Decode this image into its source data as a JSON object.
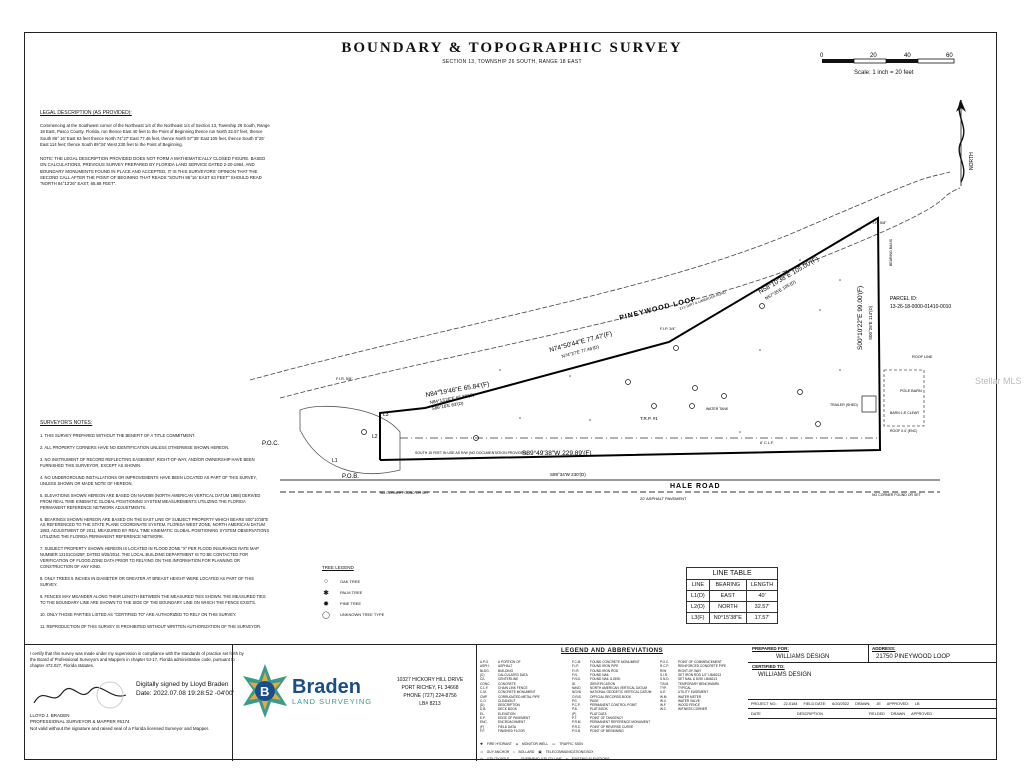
{
  "title": "BOUNDARY & TOPOGRAPHIC SURVEY",
  "subtitle": "SECTION 13, TOWNSHIP 26 SOUTH, RANGE 18 EAST",
  "scale": {
    "ticks": [
      "0",
      "20",
      "40",
      "60"
    ],
    "label": "Scale: 1 inch = 20 feet"
  },
  "north_label": "NORTH",
  "legal": {
    "heading": "LEGAL DESCRIPTION (AS PROVIDED):",
    "text": "Commencing at the Southwest corner of the Northeast 1/4 of the Northeast 1/4 of Section 13, Township 26 South, Range 18 East, Pasco County, Florida, run thence East 40 feet to the Point of Beginning thence run North 32.57 feet, thence South 86° 16' East 63 feet thence North 74°27' East 77.46 feet, thence North 57°35' East 105 feet, thence South 0°26' East 114 feet; thence South 89°34' West 230 feet to the Point of Beginning.",
    "note": "NOTE: THE LEGAL DESCRIPTION PROVIDED DOES NOT FORM A MATHEMATICALLY CLOSED FIGURE. BASED ON CALCULATIONS, PREVIOUS SURVEY PREPARED BY FLORIDA LAND SERVICE DATED 2-20-1984, AND BOUNDARY MONUMENTS FOUND IN PLACE AND ACCEPTED, IT IS THIS SURVEYORS' OPINION THAT THE SECOND CALL AFTER THE POINT OF BEGINING THAT READS \"SOUTH 86°16' EAST 63 FEET\" SHOULD READ \"NORTH 84°13'26\" EAST, 65.88 FEET\"."
  },
  "notes": {
    "heading": "SURVEYOR'S NOTES:",
    "items": [
      "1. THIS SURVEY PREPARED WITHOUT THE BENEFIT OF A TITLE COMMITMENT.",
      "2. ALL PROPERTY CORNERS HAVE NO IDENTIFICATION UNLESS OTHERWISE SHOWN HEREON.",
      "3. NO INSTRUMENT OF RECORD REFLECTING EASEMENT, RIGHT-OF-WAY, AND/OR OWNERSHIP HAVE BEEN FURNISHED THIS SURVEYOR, EXCEPT AS SHOWN.",
      "4. NO UNDERGROUND INSTALLATIONS OR IMPROVEMENTS HAVE BEEN LOCATED AS PART OF THIS SURVEY, UNLESS SHOWN OR MADE NOTE OF HEREON.",
      "5. ELEVATIONS SHOWN HEREON ARE BASED ON NAVD88 (NORTH AMERICAN VERTICAL DATUM 1988) DERIVED FROM REAL TIME KINEMATIC GLOBAL POSITIONING SYSTEM MEASUREMENTS UTILIZING THE FLORIDA PERMANENT REFERENCE NETWORK ADJUSTMENTS.",
      "6. BEARINGS SHOWN HEREON ARE BASED ON THE EAST LINE OF SUBJECT PROPERTY WHICH BEARS S00°10'38\"E AS REFERENCED TO THE STATE PLANE COORDINATE SYSTEM, FLORIDA WEST ZONE, NORTH AMERICAN DATUM 1983, ADJUSTMENT OF 2011, MEASURED BY REAL TIME KINEMATIC GLOBAL POSITIONING SYSTEM OBSERVATIONS UTILIZING THE FLORIDA PERMANENT REFERENCE NETWORK.",
      "7. SUBJECT PROPERTY SHOWN HEREON IS LOCATED IN FLOOD ZONE \"X\" PER FLOOD INSURANCE RATE MAP NUMBER 12101C0425F, DATED 9/26/2014. THE LOCAL BUILDING DEPARTMENT IS TO BE CONTACTED FOR VERIFICATION OF FLOOD ZONE DATA PRIOR TO RELYING ON THIS INFORMATION FOR PLANNING OR CONSTRUCTION OF ANY KIND.",
      "8. ONLY TREES 5 INCHES IN DIAMETER OR GREATER AT BREAST HEIGHT WERE LOCATED AS PART OF THIS SURVEY.",
      "9. FENCES MAY MEANDER ALONG THEIR LENGTH BETWEEN THE MEASURED TIES SHOWN. THE MEASURED TIES TO THE BOUNDARY LINE ARE SHOWN TO THE SIDE OF THE BOUNDARY LINE ON WHICH THE FENCE EXISTS.",
      "10. ONLY THOSE PARTIES LISTED AS \"CERTIFIED TO\" ARE AUTHORIZED TO RELY ON THIS SURVEY.",
      "11. REPRODUCTION OF THIS SURVEY IS PROHIBITED WITHOUT WRITTEN AUTHORIZATION OF THE SURVEYOR."
    ]
  },
  "plan": {
    "road_north": "PINEYWOOD LOOP",
    "road_north_sub": "21'± DIRT & LIMEROCK ROAD",
    "road_south": "HALE ROAD",
    "road_south_sub": "20' ASPHALT PAVEMENT",
    "parcel_label": "PARCEL ID:",
    "parcel_id": "13-26-18-0000-01410-0010",
    "bearing_n1_f": "N84°19'46\"E 65.84'(F)",
    "bearing_n1_c": "N84°13'26\"E 65.88'(C)",
    "bearing_n1_d": "S86°16'E 63'(D)",
    "bearing_n2_f": "N74°50'44\"E 77.47'(F)",
    "bearing_n2_d": "N74°27'E 77.46'(D)",
    "bearing_n3_f": "N58°10'38\"E 105.00'(F)",
    "bearing_n3_d": "N57°35'E 105'(D)",
    "bearing_e_f": "S00°10'22\"E 99.00'(F)",
    "bearing_e_d": "S00°26'E 114'(D)",
    "bearing_s_f": "S89°49'38\"W 229.89'(F)",
    "bearing_s_d": "S89°34'W 230'(D)",
    "pob": "P.O.B.",
    "poc": "P.O.C.",
    "poc_desc": "S.W. CORNER OF THE N.E. 1/4 OF THE N.E. 1/4 OF SECTION 13",
    "row_note": "SOUTH 15 FEET IN USE AS R/W (NO DOCUMENTATION PROVIDED)",
    "no_corner": "NO CORNER FOUND OR SET",
    "roof_line": "ROOF LINE",
    "pole_barn": "POLE BARN",
    "trailer": "TRAILER (SHED)",
    "barn_clear": "BARN 1.8' CLEAR",
    "roof_clear": "ROOF 0.4' (ENC)",
    "water_tank": "WATER TANK",
    "fence": "6' C.L.F.",
    "trp": "T.R.P. #1",
    "fir_58": "F.I.R. 5/8\"",
    "fip_34": "F.I.P. 3/4\"",
    "line_tags": [
      "L1",
      "L2",
      "L3"
    ],
    "bearing_side": "BEARING BASIS"
  },
  "line_table": {
    "caption": "LINE TABLE",
    "headers": [
      "LINE",
      "BEARING",
      "LENGTH"
    ],
    "rows": [
      [
        "L1(D)",
        "EAST",
        "40'"
      ],
      [
        "L2(D)",
        "NORTH",
        "32.57'"
      ],
      [
        "L3(F)",
        "N0°15'38\"E",
        "17.57'"
      ]
    ]
  },
  "tree_legend": {
    "heading": "TREE LEGEND",
    "items": [
      "OAK TREE",
      "PALM TREE",
      "PINE TREE",
      "UNKNOWN TREE TYPE"
    ]
  },
  "footer": {
    "cert_text": "I certify that this survey was made under my supervision in compliance with the standards of practice set forth by the Board of Professional Surveyors and Mappers in chapter 5J-17, Florida administrative code, pursuant to chapter 472.027, Florida statutes.",
    "digital_sig": "Digitally signed by Lloyd Braden",
    "digital_date": "Date: 2022.07.08 19:28:52 -04'00'",
    "surveyor_name": "LLOYD J. BRADEN",
    "surveyor_title": "PROFESSIONAL SURVEYOR & MAPPER #6174",
    "surveyor_note": "Not valid without the signature and raised seal of a Florida licensed Surveyor and Mapper.",
    "company_name": "Braden",
    "company_sub": "LAND SURVEYING",
    "company_initial": "B",
    "address1": "10327 HICKORY HILL DRIVE",
    "address2": "PORT RICHEY, FL 34668",
    "phone": "PHONE (727) 224-8756",
    "lb": "LB# 8213",
    "legend_title": "LEGEND AND ABBREVIATIONS",
    "abbr_col1": [
      [
        "A.P.O.",
        "A PORTION OF"
      ],
      [
        "ASPH.",
        "ASPHALT"
      ],
      [
        "BLDG.",
        "BUILDING"
      ],
      [
        "(C)",
        "CALCULATED DATA"
      ],
      [
        "C/L",
        "CENTERLINE"
      ],
      [
        "CONC.",
        "CONCRETE"
      ],
      [
        "C.L.F.",
        "CHAIN LINK FENCE"
      ],
      [
        "C.M.",
        "CONCRETE MONUMENT"
      ],
      [
        "CMP",
        "CORRUGATED METAL PIPE"
      ],
      [
        "C.O.",
        "CLEANOUT"
      ],
      [
        "(D)",
        "DESCRIPTION"
      ],
      [
        "D.B.",
        "DECK BOOK"
      ],
      [
        "EL.",
        "ELEVATION"
      ],
      [
        "E.P.",
        "EDGE OF PAVEMENT"
      ],
      [
        "ENC.",
        "ENCROACHMENT"
      ],
      [
        "(F)",
        "FIELD DATA"
      ],
      [
        "F.F.",
        "FINISHED FLOOR"
      ]
    ],
    "abbr_col2": [
      [
        "F.C.M.",
        "FOUND CONCRETE MONUMENT"
      ],
      [
        "F.I.P.",
        "FOUND IRON PIPE"
      ],
      [
        "F.I.R.",
        "FOUND IRON ROD"
      ],
      [
        "F.N.",
        "FOUND NAIL"
      ],
      [
        "F.N.D.",
        "FOUND NAIL & DISK"
      ],
      [
        "ID.",
        "IDENTIFICATION"
      ],
      [
        "NAVD",
        "NORTH AMERICAN VERTICAL DATUM"
      ],
      [
        "NGVD",
        "NATIONAL GEODETIC VERTICAL DATUM"
      ],
      [
        "O.R.B.",
        "OFFICIAL RECORDS BOOK"
      ],
      [
        "PG.",
        "PAGE"
      ],
      [
        "P.C.P.",
        "PERMANENT CONTROL POINT"
      ],
      [
        "P.B.",
        "PLAT BOOK"
      ],
      [
        "(P)",
        "PLAT DATA"
      ],
      [
        "P.T.",
        "POINT OF TANGENCY"
      ],
      [
        "P.R.M.",
        "PERMANENT REFERENCE MONUMENT"
      ],
      [
        "P.R.C.",
        "POINT OF REVERSE CURVE"
      ],
      [
        "P.O.B.",
        "POINT OF BEGINNING"
      ]
    ],
    "abbr_col3": [
      [
        "P.O.C.",
        "POINT OF COMMENCEMENT"
      ],
      [
        "R.C.P.",
        "REINFORCED CONCRETE PIPE"
      ],
      [
        "R/W",
        "RIGHT-OF-WAY"
      ],
      [
        "S.I.R.",
        "SET IRON ROD 1/2\" LB#8213"
      ],
      [
        "S.N.D.",
        "SET NAIL & DISK LB#8213"
      ],
      [
        "T.B.M.",
        "TEMPORARY BENCHMARK"
      ],
      [
        "TYP.",
        "TYPICAL"
      ],
      [
        "U.E.",
        "UTILITY EASEMENT"
      ],
      [
        "W.M.",
        "WATER METER"
      ],
      [
        "W.V.",
        "WATER VALVE"
      ],
      [
        "W.F.",
        "WOOD FENCE"
      ],
      [
        "W.C.",
        "WITNESS CORNER"
      ]
    ],
    "symbols": [
      "FIRE HYDRANT",
      "GUY ANCHOR",
      "UTILITY POLE",
      "MONITOR WELL",
      "BOLLARD",
      "OVERHEAD UTILITY LINE",
      "EXISTING ELEVATIONS",
      "TRAFFIC SIGN",
      "TELECOMMUNICATIONS BOX"
    ],
    "prepared_for_label": "PREPARED FOR:",
    "prepared_for": "WILLIAMS DESIGN",
    "address_label": "ADDRESS:",
    "site_address": "21750 PINEYWOOD LOOP",
    "certified_label": "CERTIFIED TO:",
    "certified_to": "WILLIAMS DESIGN",
    "project_no_label": "PROJECT NO.:",
    "project_no": "22-0184",
    "field_date_label": "FIELD DATE:",
    "field_date": "6/20/2022",
    "drawn_label": "DRAWN:",
    "drawn": "JE",
    "approved_label": "APPROVED:",
    "approved": "LB",
    "rev_headers": [
      "DATE",
      "DESCRIPTION",
      "FIELDED",
      "DRAWN",
      "APPROVED"
    ]
  },
  "watermark": "Stellar MLS"
}
